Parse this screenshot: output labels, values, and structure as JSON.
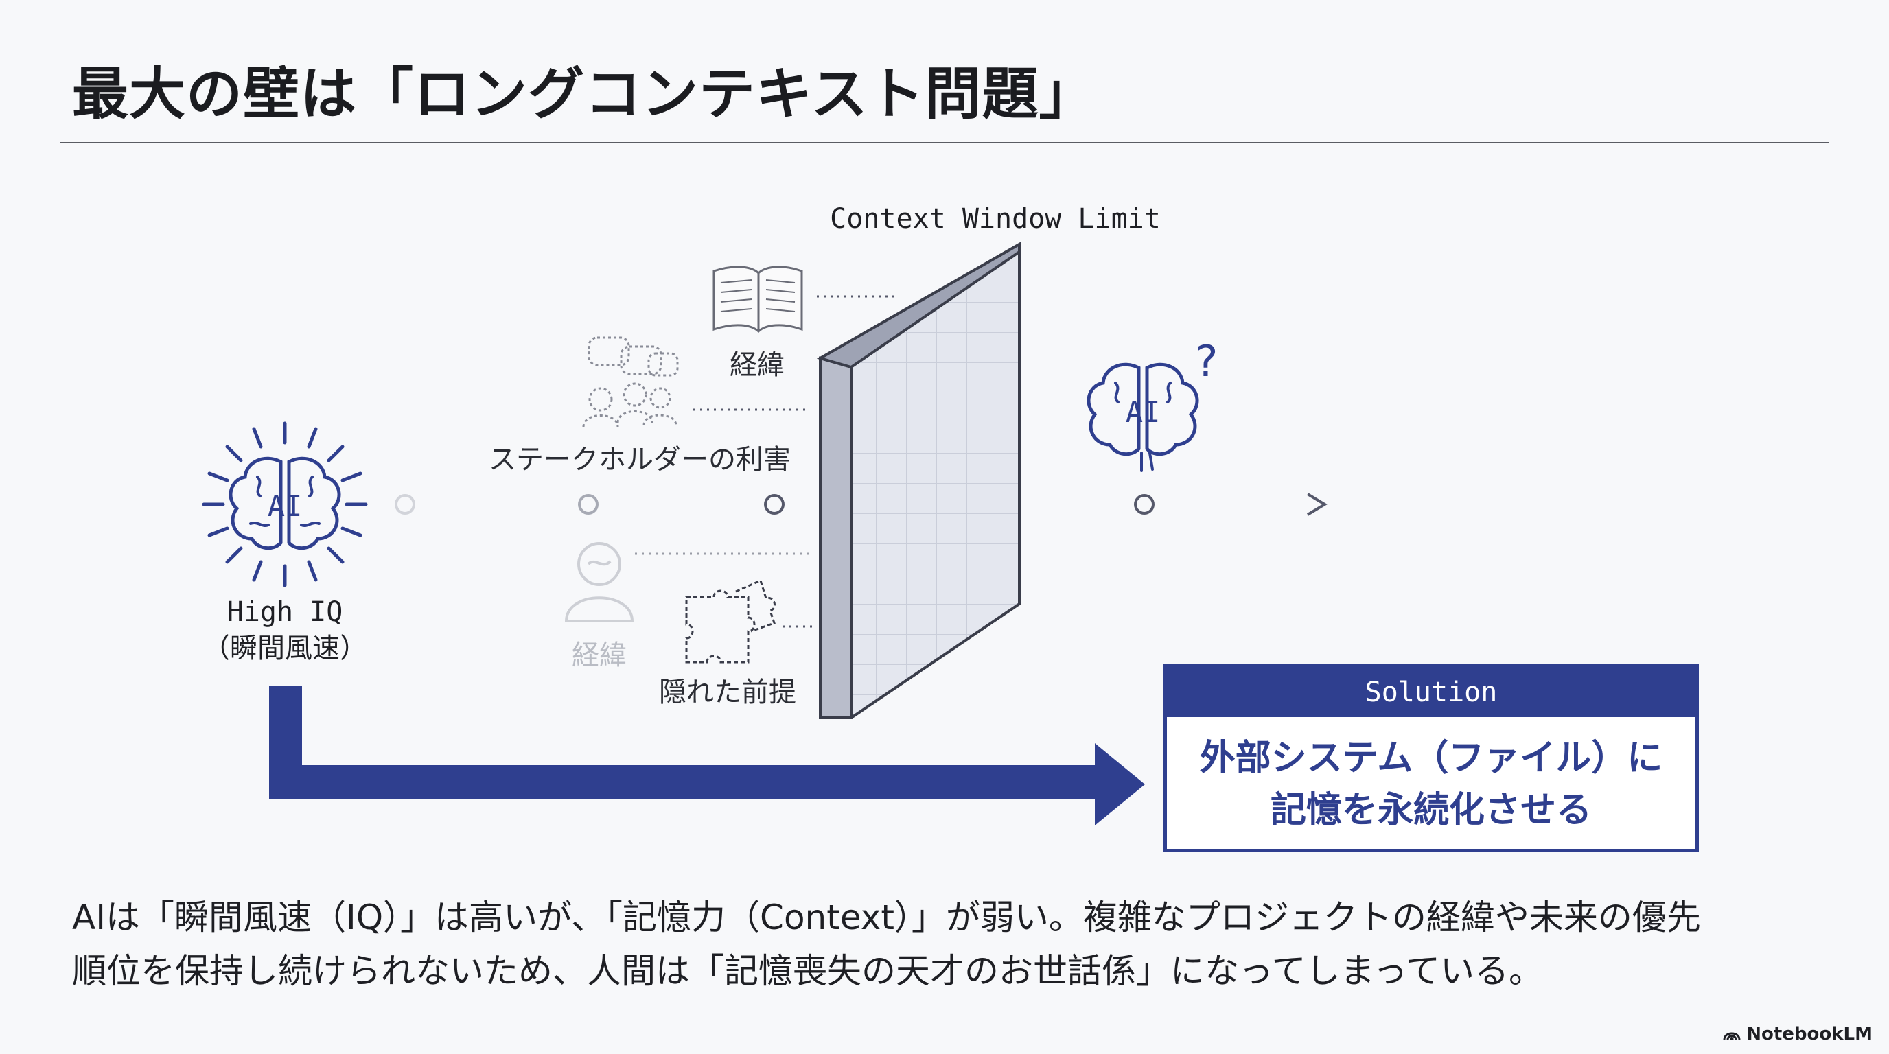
{
  "title": "最大の壁は「ロングコンテキスト問題」",
  "diagram": {
    "wall_label": "Context Window Limit",
    "high_iq_label": "High IQ",
    "high_iq_sub": "（瞬間風速）",
    "brain_text": "AI",
    "question_mark": "?",
    "items": {
      "history_top": "経緯",
      "stakeholder": "ステークホルダーの利害",
      "history_faded": "経緯",
      "hidden": "隠れた前提"
    }
  },
  "solution": {
    "header": "Solution",
    "line1": "外部システム（ファイル）に",
    "line2": "記憶を永続化させる"
  },
  "summary": {
    "line1": "AIは「瞬間風速（IQ）」は高いが、「記憶力（Context）」が弱い。複雑なプロジェクトの経緯や未来の優先",
    "line2": "順位を保持し続けられないため、人間は「記憶喪失の天才のお世話係」になってしまっている。"
  },
  "brand": "NotebookLM",
  "colors": {
    "accent": "#2f3f8f",
    "text": "#1e1f24",
    "wall": "#dfe2ec"
  }
}
